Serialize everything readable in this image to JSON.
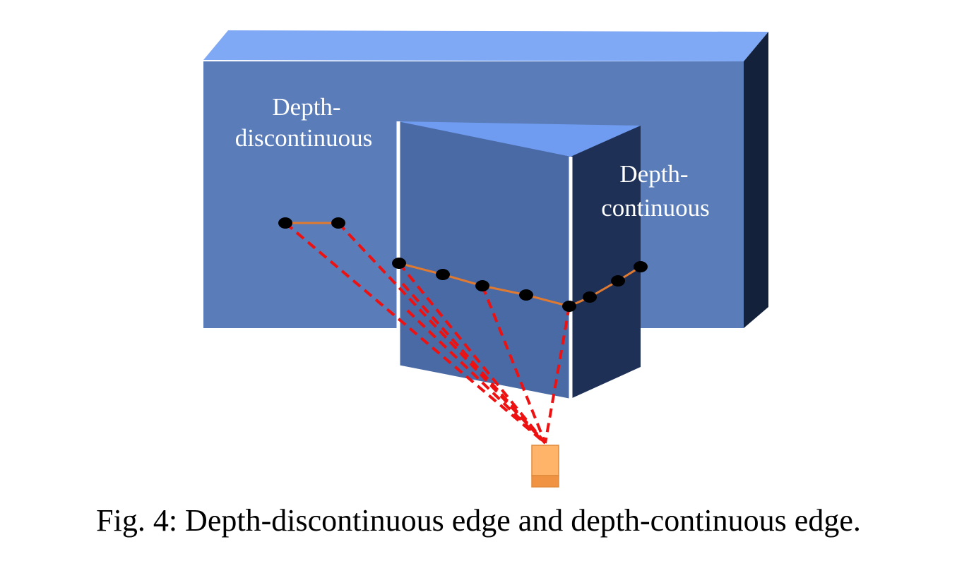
{
  "labels": {
    "discontinuous_line1": "Depth-",
    "discontinuous_line2": "discontinuous",
    "continuous_line1": "Depth-",
    "continuous_line2": "continuous"
  },
  "caption": "Fig. 4: Depth-discontinuous edge and depth-continuous edge.",
  "colors": {
    "back_front": "#5a7cb8",
    "back_top": "#7fa8f5",
    "back_side": "#13213a",
    "wedge_left_face": "#4a6aa6",
    "wedge_top": "#6f9bf0",
    "wedge_right_face": "#1f3056",
    "edge_highlight": "#ffffff",
    "scan_line": "#e07a30",
    "ray": "#ee1111",
    "point": "#000000",
    "sensor": "#ffb46a",
    "sensor_base": "#f09444"
  }
}
